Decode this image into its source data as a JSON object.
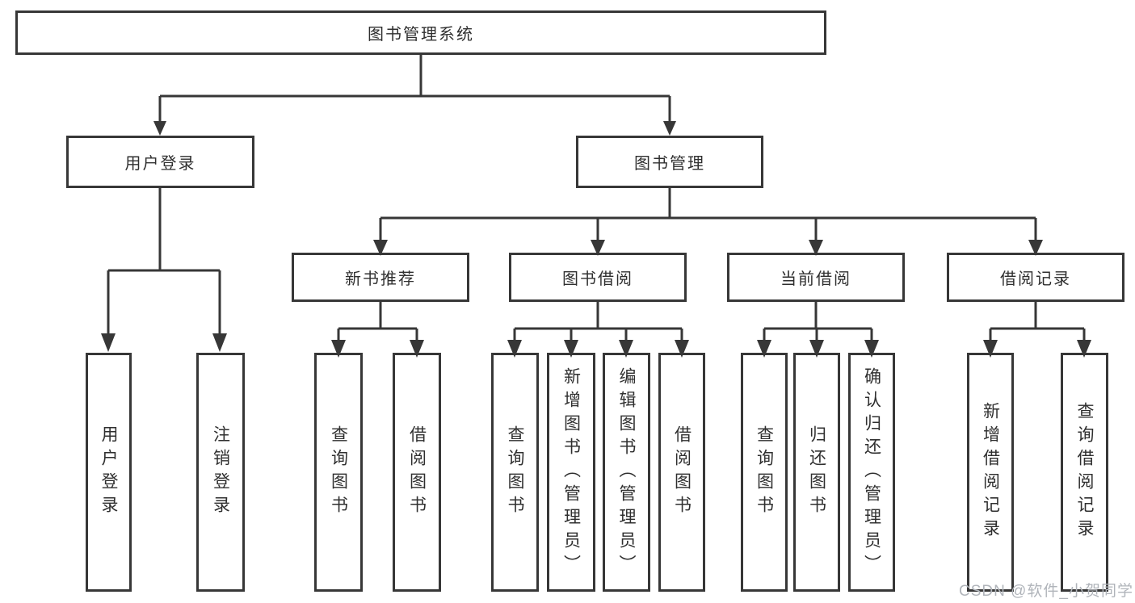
{
  "colors": {
    "line": "#373737",
    "box_border": "#373737",
    "box_fill": "#ffffff",
    "text": "#2f2f2f",
    "watermark": "#b0b4ba",
    "background": "#ffffff"
  },
  "watermark": "CSDN @软件_小贺同学",
  "tree": {
    "root": "图书管理系统",
    "level1": [
      {
        "label": "用户登录",
        "leaves": [
          "用户登录",
          "注销登录"
        ]
      },
      {
        "label": "图书管理",
        "groups": [
          {
            "label": "新书推荐",
            "leaves": [
              "查询图书",
              "借阅图书"
            ]
          },
          {
            "label": "图书借阅",
            "leaves": [
              "查询图书",
              "新增图书（管理员）",
              "编辑图书（管理员）",
              "借阅图书"
            ]
          },
          {
            "label": "当前借阅",
            "leaves": [
              "查询图书",
              "归还图书",
              "确认归还（管理员）"
            ]
          },
          {
            "label": "借阅记录",
            "leaves": [
              "新增借阅记录",
              "查询借阅记录"
            ]
          }
        ]
      }
    ]
  }
}
